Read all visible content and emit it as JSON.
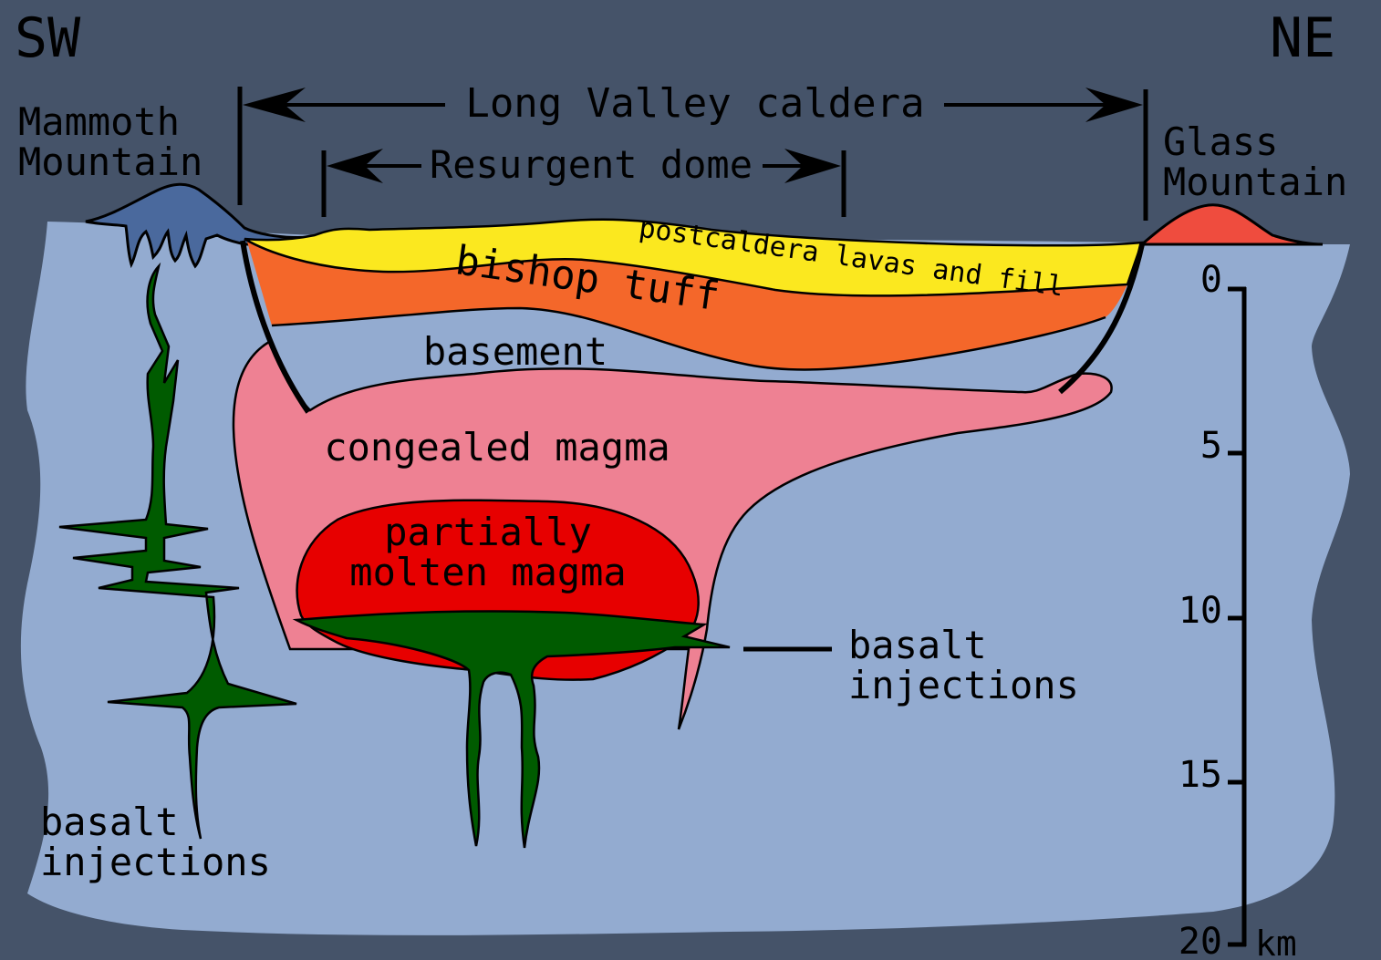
{
  "directions": {
    "left": "SW",
    "right": "NE"
  },
  "features": {
    "mammoth_line1": "Mammoth",
    "mammoth_line2": "Mountain",
    "glass_line1": "Glass",
    "glass_line2": "Mountain"
  },
  "spans": {
    "caldera": "Long Valley caldera",
    "dome": "Resurgent dome"
  },
  "layers": {
    "postcaldera": "postcaldera lavas and fill",
    "bishop_tuff": "bishop tuff",
    "basement": "basement",
    "congealed": "congealed magma",
    "partial_line1": "partially",
    "partial_line2": "molten magma"
  },
  "injections": {
    "right_line1": "basalt",
    "right_line2": "injections",
    "left_line1": "basalt",
    "left_line2": "injections"
  },
  "depth_scale": {
    "ticks": [
      "0",
      "5",
      "10",
      "15",
      "20"
    ],
    "unit": "km"
  },
  "colors": {
    "background": "#455369",
    "crust": "#93abd0",
    "postcaldera": "#fbe81f",
    "bishop_tuff": "#f4672a",
    "congealed": "#ee8193",
    "partial": "#e70000",
    "basalt": "#005b00",
    "mammoth": "#4a699d",
    "glass": "#ef4c3e"
  }
}
